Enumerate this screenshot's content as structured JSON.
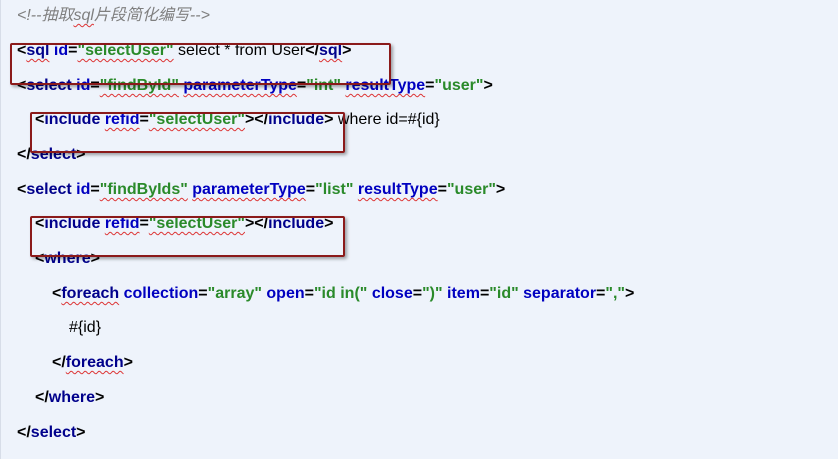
{
  "lines": [
    {
      "tokens": [
        {
          "t": "comment",
          "v": "<!--",
          "squig": false
        },
        {
          "t": "comment",
          "v": "抽取",
          "squig": false
        },
        {
          "t": "comment",
          "v": "sql",
          "squig": true
        },
        {
          "t": "comment",
          "v": "片段简化编写-->",
          "squig": false
        }
      ]
    },
    {
      "tokens": [
        {
          "t": "bracket",
          "v": "<"
        },
        {
          "t": "name",
          "v": "sql",
          "squig": true
        },
        {
          "t": "sp",
          "v": " "
        },
        {
          "t": "attr",
          "v": "id"
        },
        {
          "t": "eq",
          "v": "="
        },
        {
          "t": "val",
          "v": "\"selectUser\"",
          "squig": true
        },
        {
          "t": "text",
          "v": " select * from User"
        },
        {
          "t": "bracket",
          "v": "</"
        },
        {
          "t": "name",
          "v": "sql",
          "squig": true
        },
        {
          "t": "bracket",
          "v": ">"
        }
      ]
    },
    {
      "tokens": [
        {
          "t": "bracket",
          "v": "<"
        },
        {
          "t": "name",
          "v": "select"
        },
        {
          "t": "sp",
          "v": " "
        },
        {
          "t": "attr",
          "v": "id"
        },
        {
          "t": "eq",
          "v": "="
        },
        {
          "t": "val",
          "v": "\"findById\"",
          "squig": true
        },
        {
          "t": "sp",
          "v": " "
        },
        {
          "t": "attr",
          "v": "parameterType",
          "squig": true
        },
        {
          "t": "eq",
          "v": "="
        },
        {
          "t": "val",
          "v": "\"int\""
        },
        {
          "t": "sp",
          "v": " "
        },
        {
          "t": "attr",
          "v": "resultType",
          "squig": true
        },
        {
          "t": "eq",
          "v": "="
        },
        {
          "t": "val",
          "v": "\"user\""
        },
        {
          "t": "bracket",
          "v": ">"
        }
      ]
    },
    {
      "tokens": [
        {
          "t": "bracket",
          "v": "<"
        },
        {
          "t": "name",
          "v": "include"
        },
        {
          "t": "sp",
          "v": " "
        },
        {
          "t": "attr",
          "v": "refid",
          "squig": true
        },
        {
          "t": "eq",
          "v": "="
        },
        {
          "t": "val",
          "v": "\"selectUser\"",
          "squig": true
        },
        {
          "t": "bracket",
          "v": "></"
        },
        {
          "t": "name",
          "v": "include"
        },
        {
          "t": "bracket",
          "v": ">"
        },
        {
          "t": "text",
          "v": " where id=#{id}"
        }
      ]
    },
    {
      "tokens": [
        {
          "t": "bracket",
          "v": "</"
        },
        {
          "t": "name",
          "v": "select"
        },
        {
          "t": "bracket",
          "v": ">"
        }
      ]
    },
    {
      "tokens": [
        {
          "t": "bracket",
          "v": "<"
        },
        {
          "t": "name",
          "v": "select"
        },
        {
          "t": "sp",
          "v": " "
        },
        {
          "t": "attr",
          "v": "id"
        },
        {
          "t": "eq",
          "v": "="
        },
        {
          "t": "val",
          "v": "\"findByIds\"",
          "squig": true
        },
        {
          "t": "sp",
          "v": " "
        },
        {
          "t": "attr",
          "v": "parameterType",
          "squig": true
        },
        {
          "t": "eq",
          "v": "="
        },
        {
          "t": "val",
          "v": "\"list\""
        },
        {
          "t": "sp",
          "v": " "
        },
        {
          "t": "attr",
          "v": "resultType",
          "squig": true
        },
        {
          "t": "eq",
          "v": "="
        },
        {
          "t": "val",
          "v": "\"user\""
        },
        {
          "t": "bracket",
          "v": ">"
        }
      ]
    },
    {
      "tokens": [
        {
          "t": "bracket",
          "v": "<"
        },
        {
          "t": "name",
          "v": "include"
        },
        {
          "t": "sp",
          "v": " "
        },
        {
          "t": "attr",
          "v": "refid",
          "squig": true
        },
        {
          "t": "eq",
          "v": "="
        },
        {
          "t": "val",
          "v": "\"selectUser\"",
          "squig": true
        },
        {
          "t": "bracket",
          "v": "></"
        },
        {
          "t": "name",
          "v": "include"
        },
        {
          "t": "bracket",
          "v": ">"
        }
      ]
    },
    {
      "tokens": [
        {
          "t": "bracket",
          "v": "<"
        },
        {
          "t": "name",
          "v": "where"
        },
        {
          "t": "bracket",
          "v": ">"
        }
      ]
    },
    {
      "tokens": [
        {
          "t": "bracket",
          "v": "<"
        },
        {
          "t": "name",
          "v": "foreach",
          "squig": true
        },
        {
          "t": "sp",
          "v": " "
        },
        {
          "t": "attr",
          "v": "collection"
        },
        {
          "t": "eq",
          "v": "="
        },
        {
          "t": "val",
          "v": "\"array\""
        },
        {
          "t": "sp",
          "v": " "
        },
        {
          "t": "attr",
          "v": "open"
        },
        {
          "t": "eq",
          "v": "="
        },
        {
          "t": "val",
          "v": "\"id in(\""
        },
        {
          "t": "sp",
          "v": " "
        },
        {
          "t": "attr",
          "v": "close"
        },
        {
          "t": "eq",
          "v": "="
        },
        {
          "t": "val",
          "v": "\")\""
        },
        {
          "t": "sp",
          "v": " "
        },
        {
          "t": "attr",
          "v": "item"
        },
        {
          "t": "eq",
          "v": "="
        },
        {
          "t": "val",
          "v": "\"id\""
        },
        {
          "t": "sp",
          "v": " "
        },
        {
          "t": "attr",
          "v": "separator"
        },
        {
          "t": "eq",
          "v": "="
        },
        {
          "t": "val",
          "v": "\",\""
        },
        {
          "t": "bracket",
          "v": ">"
        }
      ]
    },
    {
      "tokens": [
        {
          "t": "text",
          "v": "#{id}"
        }
      ]
    },
    {
      "tokens": [
        {
          "t": "bracket",
          "v": "</"
        },
        {
          "t": "name",
          "v": "foreach",
          "squig": true
        },
        {
          "t": "bracket",
          "v": ">"
        }
      ]
    },
    {
      "tokens": [
        {
          "t": "bracket",
          "v": "</"
        },
        {
          "t": "name",
          "v": "where"
        },
        {
          "t": "bracket",
          "v": ">"
        }
      ]
    },
    {
      "tokens": [
        {
          "t": "bracket",
          "v": "</"
        },
        {
          "t": "name",
          "v": "select"
        },
        {
          "t": "bracket",
          "v": ">"
        }
      ]
    }
  ],
  "highlight_lines": [
    1,
    3,
    6
  ],
  "colors": {
    "background": "#eef3fb",
    "tag_name": "#00008b",
    "attribute": "#0000c0",
    "value": "#2a8a2a",
    "comment": "#7f7f7f",
    "highlight_border": "#8b1a1a",
    "spellcheck": "#dd3333"
  }
}
